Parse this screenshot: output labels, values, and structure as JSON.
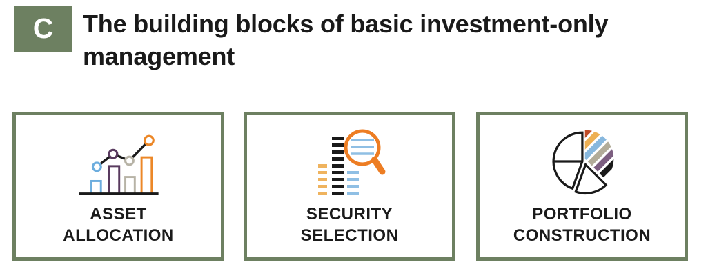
{
  "figure": {
    "badge": "C",
    "title_lines": [
      "The building blocks of basic investment-only",
      "management"
    ]
  },
  "cards": [
    {
      "id": "asset-allocation",
      "icon": "combo-chart-icon",
      "label_lines": [
        "ASSET",
        "ALLOCATION"
      ]
    },
    {
      "id": "security-selection",
      "icon": "magnifier-search-icon",
      "label_lines": [
        "SECURITY",
        "SELECTION"
      ]
    },
    {
      "id": "portfolio-construction",
      "icon": "pie-chart-icon",
      "label_lines": [
        "PORTFOLIO",
        "CONSTRUCTION"
      ]
    }
  ],
  "palette": {
    "green": "#6d8061",
    "ink": "#1a1a1a",
    "bar-blue": "#6cadde",
    "bar-purple": "#593a5f",
    "bar-tan": "#b7b3a6",
    "bar-orange": "#ec8727",
    "ring-orange": "#ed7d23",
    "dash-yellow": "#efb35e",
    "dash-blue": "#8fbfe4",
    "stripe-red": "#bf4b27",
    "stripe-yellow": "#eeb054",
    "stripe-blue": "#88b8de",
    "stripe-tan": "#b2ac99",
    "stripe-purple": "#7c5e80"
  }
}
